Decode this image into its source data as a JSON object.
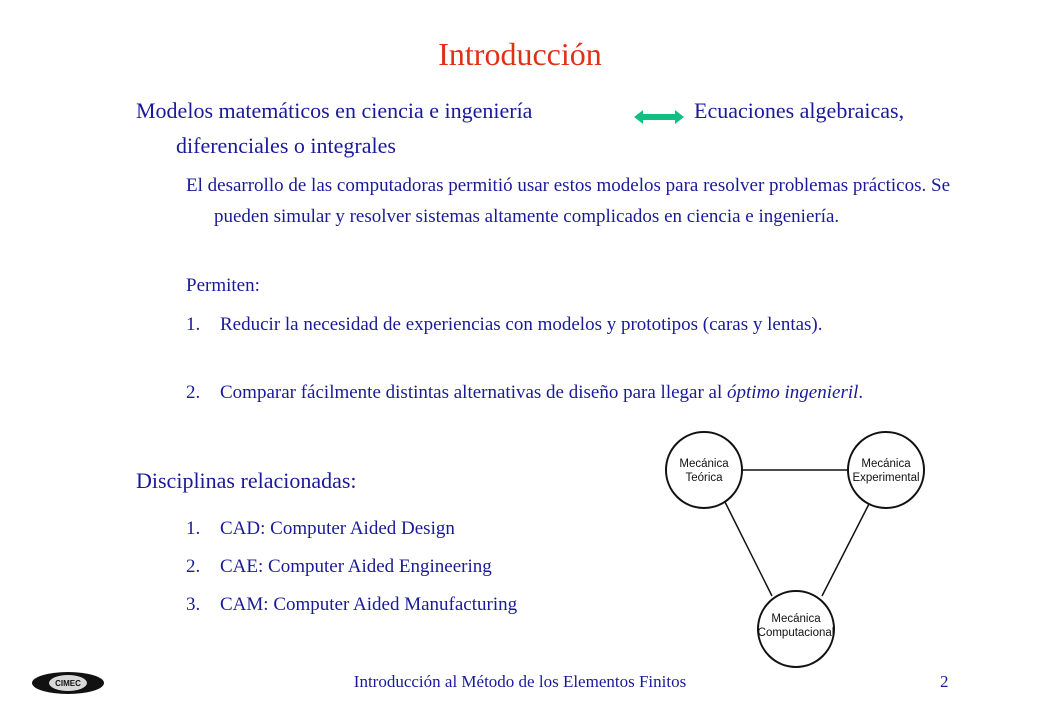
{
  "title": "Introducción",
  "section1": {
    "heading_left": "Modelos matemáticos en ciencia e ingeniería",
    "heading_right": "Ecuaciones algebraicas,",
    "heading_cont": "diferenciales o integrales",
    "arrow_color": "#10c080",
    "paragraph": "El desarrollo de las computadoras permitió usar estos modelos para resolver problemas prácticos. Se pueden simular y resolver sistemas altamente complicados en ciencia e ingeniería.",
    "permiten_label": "Permiten:",
    "items": [
      {
        "num": "1.",
        "text": "Reducir la necesidad de experiencias con modelos y prototipos (caras y lentas)."
      },
      {
        "num": "2.",
        "text_before": "Comparar fácilmente distintas alternativas de diseño para llegar al ",
        "text_italic": "óptimo ingenieril",
        "text_after": "."
      }
    ]
  },
  "section2": {
    "heading": "Disciplinas relacionadas:",
    "items": [
      {
        "num": "1.",
        "text": "CAD: Computer Aided Design"
      },
      {
        "num": "2.",
        "text": "CAE: Computer Aided Engineering"
      },
      {
        "num": "3.",
        "text": "CAM: Computer Aided Manufacturing"
      }
    ]
  },
  "diagram": {
    "nodes": [
      {
        "line1": "Mecánica",
        "line2": "Teórica"
      },
      {
        "line1": "Mecánica",
        "line2": "Experimental"
      },
      {
        "line1": "Mecánica",
        "line2": "Computacional"
      }
    ]
  },
  "footer": {
    "logo_text": "CIMEC",
    "text": "Introducción al Método de los Elementos Finitos",
    "page": "2"
  }
}
